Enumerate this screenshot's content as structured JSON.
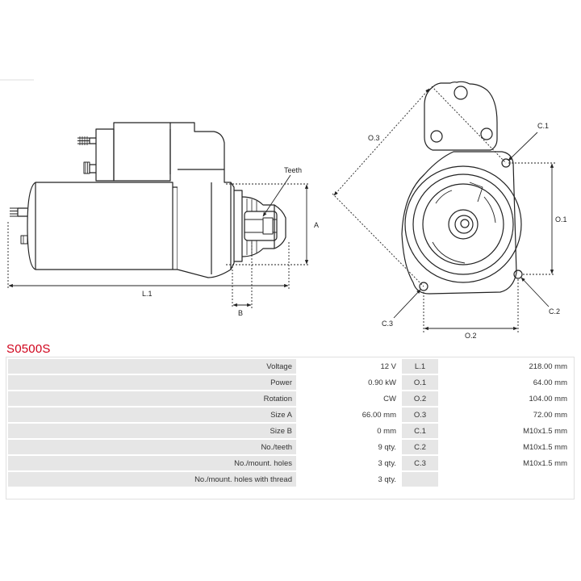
{
  "part_number": "S0500S",
  "drawing_labels": {
    "teeth": "Teeth",
    "a": "A",
    "b": "B",
    "l1": "L.1",
    "o1": "O.1",
    "o2": "O.2",
    "o3": "O.3",
    "c1": "C.1",
    "c2": "C.2",
    "c3": "C.3"
  },
  "specs_left": [
    {
      "label": "Voltage",
      "value": "12 V"
    },
    {
      "label": "Power",
      "value": "0.90 kW"
    },
    {
      "label": "Rotation",
      "value": "CW"
    },
    {
      "label": "Size A",
      "value": "66.00 mm"
    },
    {
      "label": "Size B",
      "value": "0 mm"
    },
    {
      "label": "No./teeth",
      "value": "9 qty."
    },
    {
      "label": "No./mount. holes",
      "value": "3 qty."
    },
    {
      "label": "No./mount. holes with thread",
      "value": "3 qty."
    }
  ],
  "specs_right": [
    {
      "key": "L.1",
      "value": "218.00 mm"
    },
    {
      "key": "O.1",
      "value": "64.00 mm"
    },
    {
      "key": "O.2",
      "value": "104.00 mm"
    },
    {
      "key": "O.3",
      "value": "72.00 mm"
    },
    {
      "key": "C.1",
      "value": "M10x1.5 mm"
    },
    {
      "key": "C.2",
      "value": "M10x1.5 mm"
    },
    {
      "key": "C.3",
      "value": "M10x1.5 mm"
    },
    {
      "key": "",
      "value": ""
    }
  ]
}
